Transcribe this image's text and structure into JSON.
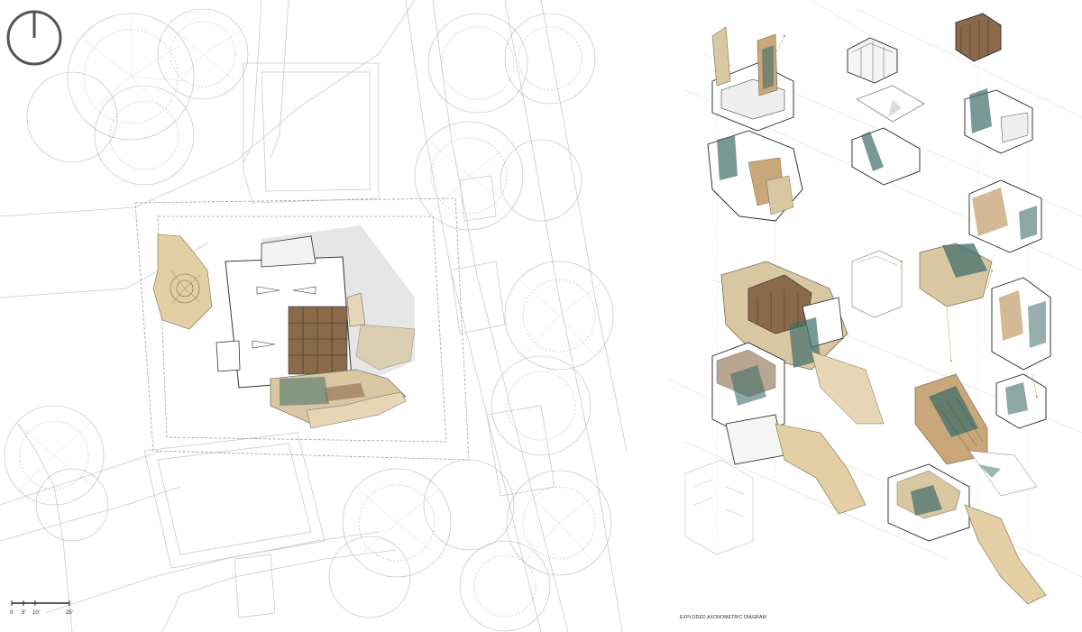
{
  "north_arrow": {
    "icon": "north-arrow-icon"
  },
  "scale_bar": {
    "ticks": [
      "0",
      "5'",
      "10'",
      "25'"
    ]
  },
  "diagram_caption": "EXPLODED AXONOMETRIC DIAGRAM",
  "colors": {
    "paper": "#ffffff",
    "linework": "#c9c9c9",
    "building": "#333333",
    "stone": "#d9c7a2",
    "wood": "#8a6a4a",
    "patina": "#3f6e6a",
    "annotation": "#c8a35a"
  }
}
